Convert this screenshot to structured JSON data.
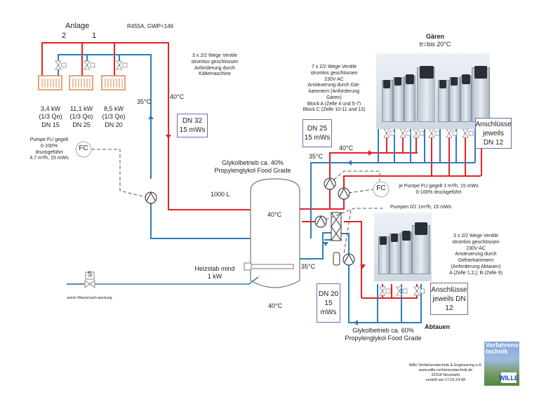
{
  "title": {
    "anlage": "Anlage",
    "circuit_2": "2",
    "circuit_1": "1",
    "refrigerant": "R455A, GWP<146"
  },
  "condensers": [
    {
      "power": "3,4 kW",
      "share": "(1/3 Qo)",
      "dn": "DN 15"
    },
    {
      "power": "11,1 kW",
      "share": "(1/3 Qo)",
      "dn": "DN 25"
    },
    {
      "power": "8,5 kW",
      "share": "(1/3 Qo)",
      "dn": "DN 20"
    }
  ],
  "notes": {
    "valves_chiller": [
      "3 x 2/2 Wege Ventile",
      "stromlos geschlossen",
      "Anforderung durch",
      "Kältemaschine"
    ],
    "pump_left": [
      "Pumpe FU gegelt",
      "0-100%",
      "druckgeführt",
      "4,7 m³/h, 15 mWs"
    ],
    "valves_gaeren": [
      "7 x 2/2 Wege Ventile",
      "stromlos geschlossen",
      "230V AC",
      "Ansteuerung durch Gär-",
      "kammern (Anforderung",
      "Gären)",
      "Block A (Zelle 4 und 5-7)",
      "Block C (Zelle 10-11 und 13)"
    ],
    "pump_fc_right": [
      "je Pumpe FU gegelt 1 m³/h, 15 mWs",
      "0-100% druckgeführt"
    ],
    "pumps_01": "Pumpen 0/1   1m³/h, 15 mWs",
    "valves_abtauen": [
      "3 x 2/2 Wege Ventile",
      "stromlos geschlossen",
      "230V AC",
      "Ansteuerung durch",
      "Gefrierkammern",
      "(Anforderung Abtauen)",
      "A (Zelle 1,2,); B (Zelle 9)"
    ],
    "glycol_40": [
      "Glykolbetrieb ca. 40%",
      "Propylenglykol Food Grade"
    ],
    "glycol_60": [
      "Glykolbetrieb ca. 60%",
      "Propylenglykol Food Grade"
    ],
    "tank_volume": "1000 L",
    "heater": [
      "Heizstab  mind",
      "1 kW"
    ],
    "water_feed": "autom Wassernach-speisung"
  },
  "temperatures": {
    "t35_left": "35°C",
    "t40_left": "40°C",
    "t40_gaeren": "40°C",
    "t35_gaeren": "35°C",
    "tank_top": "40°C",
    "tank_return": "35°C",
    "tank_bottom": "40°C"
  },
  "boxes": {
    "dn32": [
      "DN 32",
      "15 mWs"
    ],
    "dn25": [
      "DN 25",
      "15 mWs"
    ],
    "dn20": [
      "DN 20",
      "15",
      "mWs"
    ],
    "gaeren_conn": [
      "Anschlüsse",
      "jeweils",
      "DN 12"
    ],
    "abtauen_conn": [
      "Anschlüsse",
      "jeweils DN",
      "12"
    ]
  },
  "sections": {
    "gaeren": "Gären",
    "gaeren_temp": "tr=bis 20°C",
    "abtauen": "Abtauen"
  },
  "instruments": {
    "fc": "FC",
    "solenoid": "S"
  },
  "footer": [
    "Wille Verfahrenstechnik & Engineering e.K.",
    "www.wille-verfahrenstechnik.de",
    "92318 Neumarkt",
    "erstellt am 17.02.24 Wi"
  ],
  "logo": {
    "line1": "Verfahrens-",
    "line2": "technik",
    "mark": "WILLE"
  },
  "colors": {
    "hot": "#e32227",
    "cold": "#2e7db8",
    "condenser": "#d98a4a",
    "box_border": "#6b6fa8",
    "dashed": "#555555"
  }
}
